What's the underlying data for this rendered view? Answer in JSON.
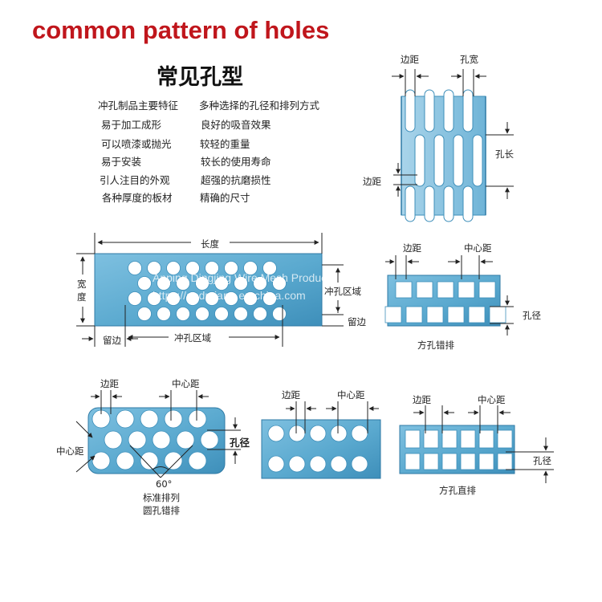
{
  "title_en": "common pattern of holes",
  "title_cn": "常见孔型",
  "features_left": [
    "冲孔制品主要特征",
    "易于加工成形",
    "可以喷漆或抛光",
    "易于安装",
    "引人注目的外观",
    "各种厚度的板材"
  ],
  "features_right": [
    "多种选择的孔径和排列方式",
    "良好的吸音效果",
    "较轻的重量",
    "较长的使用寿命",
    "超强的抗磨损性",
    "精确的尺寸"
  ],
  "slot": {
    "edge_top": "边距",
    "hole_width": "孔宽",
    "hole_length": "孔长",
    "edge_left": "边距"
  },
  "sheet": {
    "length": "长度",
    "width": "宽度",
    "punch_area_right": "冲孔区域",
    "margin_right": "留边",
    "margin_bottom": "留边",
    "punch_area_bottom": "冲孔区域"
  },
  "square_stagger": {
    "edge": "边距",
    "center": "中心距",
    "hole": "孔径",
    "caption": "方孔错排"
  },
  "round_stagger": {
    "edge": "边距",
    "center_top": "中心距",
    "center_left": "中心距",
    "hole": "孔径",
    "angle": "60°",
    "caption1": "标准排列",
    "caption2": "圆孔错排"
  },
  "round_straight": {
    "edge": "边距",
    "center": "中心距"
  },
  "square_straight": {
    "edge": "边距",
    "center": "中心距",
    "hole": "孔径",
    "caption": "方孔直排"
  },
  "watermark": {
    "line1": "Anping Dingjing Wire Mesh Products Co., LTD",
    "line2": "https://apdmianp.en.china.com"
  },
  "colors": {
    "metal": "#5aa9cf",
    "metal_light": "#b8dcec",
    "title_red": "#c0161c"
  }
}
